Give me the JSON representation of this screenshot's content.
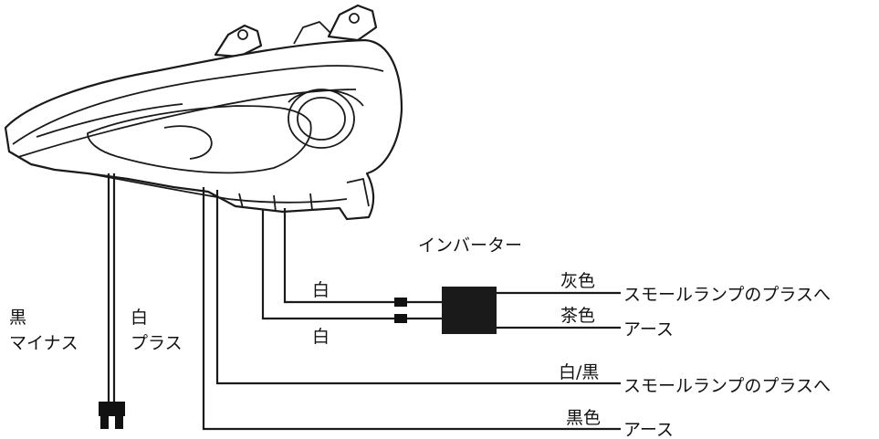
{
  "inverter": {
    "label": "インバーター"
  },
  "wires_left": {
    "black": {
      "color_name": "黒",
      "function": "マイナス"
    },
    "white": {
      "color_name": "白",
      "function": "プラス"
    }
  },
  "inverter_inputs": {
    "upper": "白",
    "lower": "白"
  },
  "inverter_outputs": {
    "gray": {
      "color_name": "灰色",
      "destination": "スモールランプのプラスへ"
    },
    "brown": {
      "color_name": "茶色",
      "destination": "アース"
    }
  },
  "direct_wires": {
    "white_black": {
      "color_name": "白/黒",
      "destination": "スモールランプのプラスへ"
    },
    "black": {
      "color_name": "黒色",
      "destination": "アース"
    }
  },
  "colors": {
    "line": "#1a1a1a",
    "background": "#ffffff"
  }
}
